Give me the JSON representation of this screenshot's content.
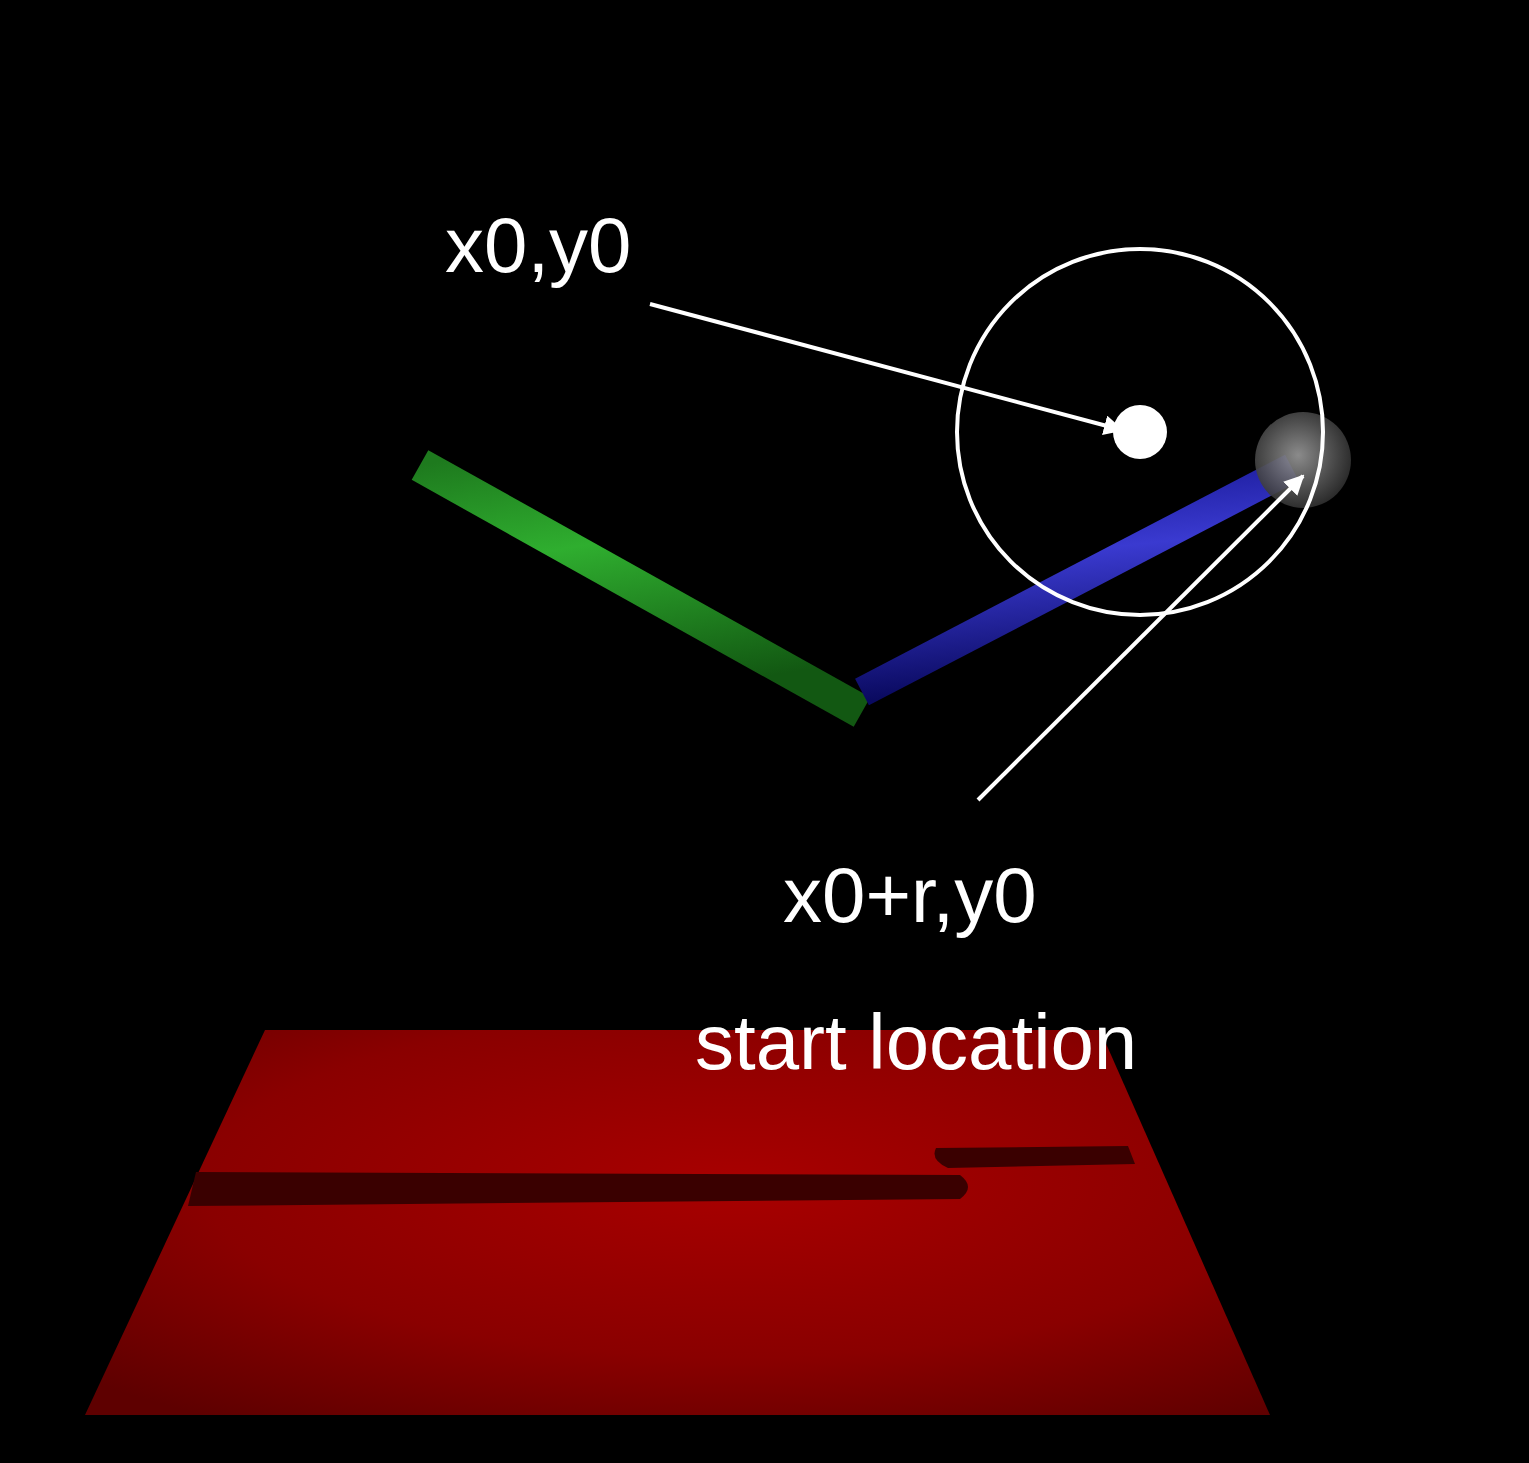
{
  "diagram": {
    "labels": [
      "x0,y0",
      "x0+r,y0",
      "start location"
    ]
  }
}
